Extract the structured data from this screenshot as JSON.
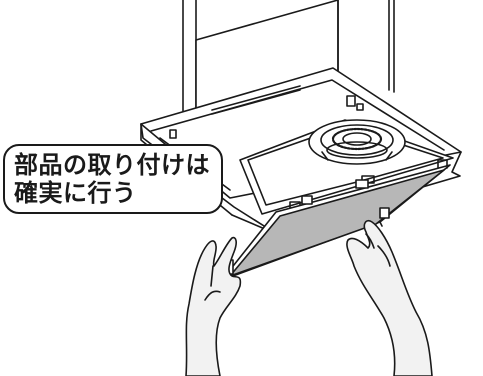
{
  "callout": {
    "line1": "部品の取り付けは",
    "line2": "確実に行う"
  },
  "colors": {
    "line": "#1a1a1a",
    "filter_fill": "#b7b7b7",
    "glove_fill": "#f2f2f2",
    "hood_fill": "#ffffff"
  },
  "icons": {
    "hood": "range-hood-illustration",
    "fan": "fan-icon",
    "filter": "filter-panel",
    "hands": "gloved-hands"
  }
}
